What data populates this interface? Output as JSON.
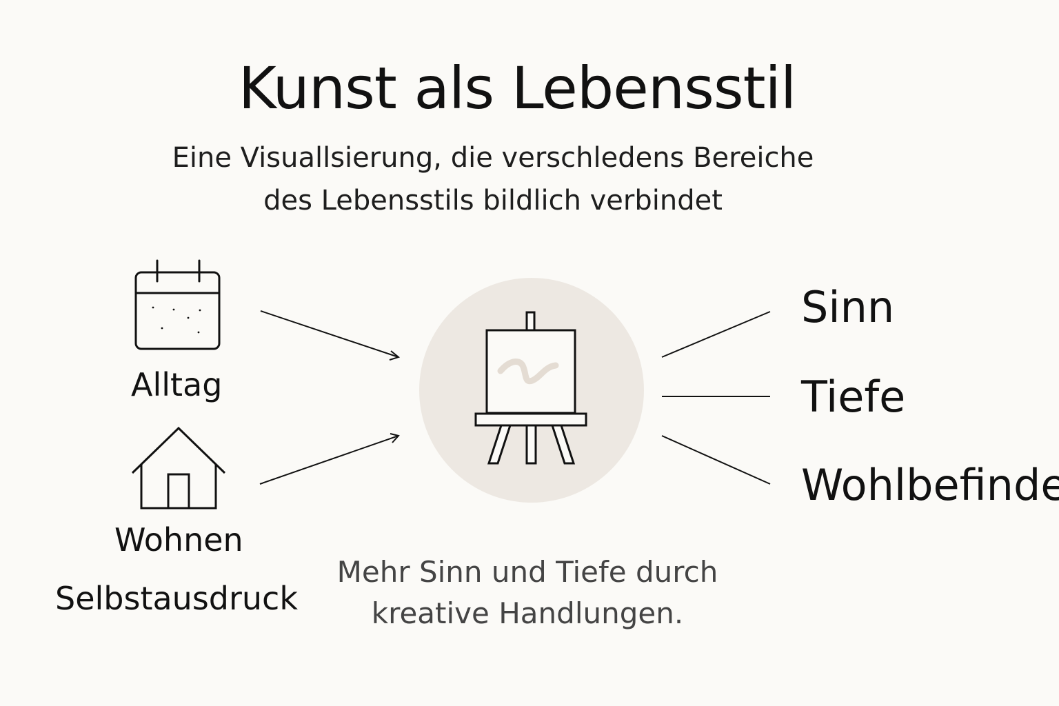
{
  "title": "Kunst als Lebensstil",
  "subtitle": {
    "line1": "Eine Visuallsierung, die verschledens Bereiche",
    "line2": "des Lebensstils bildlich verbindet"
  },
  "left_items": {
    "alltag": {
      "label": "Alltag",
      "icon": "calendar-icon"
    },
    "wohnen": {
      "label": "Wohnen",
      "icon": "house-icon"
    },
    "selbstausdruck": {
      "label": "Selbstausdruck"
    }
  },
  "center": {
    "icon": "easel-icon",
    "circle_color": "#ede8e2"
  },
  "right_items": [
    "Sinn",
    "Tiefe",
    "Wohlbefinden"
  ],
  "caption": {
    "line1": "Mehr Sinn und Tiefe durch",
    "line2": "kreative Handlungen."
  },
  "colors": {
    "background": "#fbfaf7",
    "text": "#111111",
    "caption_text": "#444444",
    "brush_stroke": "#e4dcd3"
  }
}
